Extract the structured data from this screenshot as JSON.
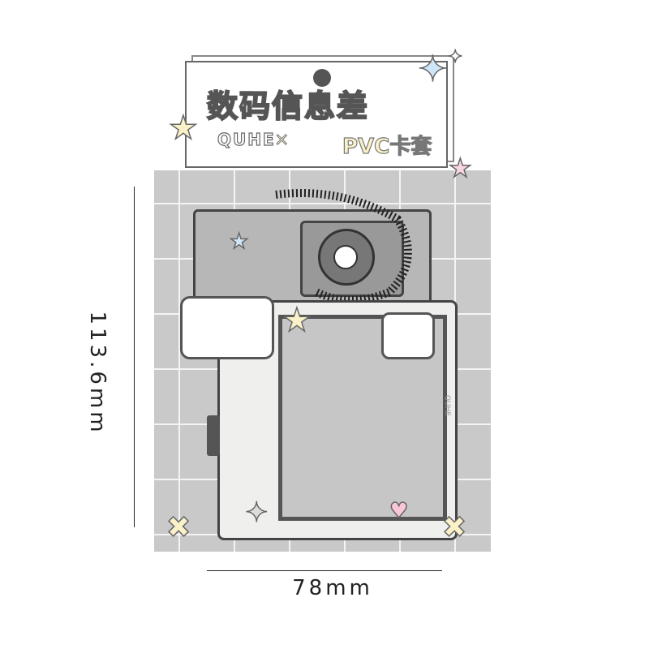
{
  "product": {
    "title_cn": "数码信息差",
    "brand": "QUHE",
    "separator": "×",
    "subtitle": "PVC卡套",
    "side_text": "QUHE"
  },
  "dimensions": {
    "height_label": "113.6mm",
    "width_label": "78mm"
  },
  "colors": {
    "background": "#ffffff",
    "grid": "#c9c9c9",
    "star_yellow": "#fbf1c8",
    "star_blue": "#cfe6f8",
    "star_pink": "#f8d6e4"
  }
}
